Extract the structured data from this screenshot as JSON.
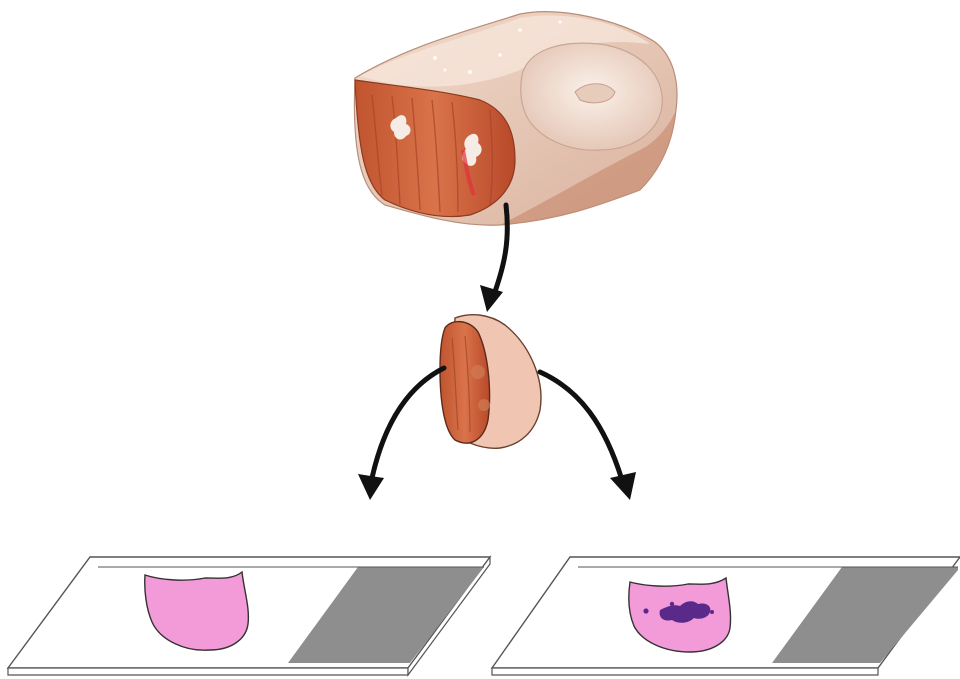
{
  "figure": {
    "tissue_block": {
      "icon": "tissue-block-illustration",
      "tissue_color": "#c9603d",
      "surface_color": "#e8c9b8"
    },
    "tissue_section": {
      "icon": "tissue-section-illustration"
    },
    "slides": [
      {
        "id": "left",
        "stain_color": "#f39ad8",
        "frosted_end_color": "#8e8e8e",
        "marker_color": null
      },
      {
        "id": "right",
        "stain_color": "#f39ad8",
        "frosted_end_color": "#8e8e8e",
        "marker_color": "#5a2a8a"
      }
    ],
    "arrow_color": "#111111"
  }
}
